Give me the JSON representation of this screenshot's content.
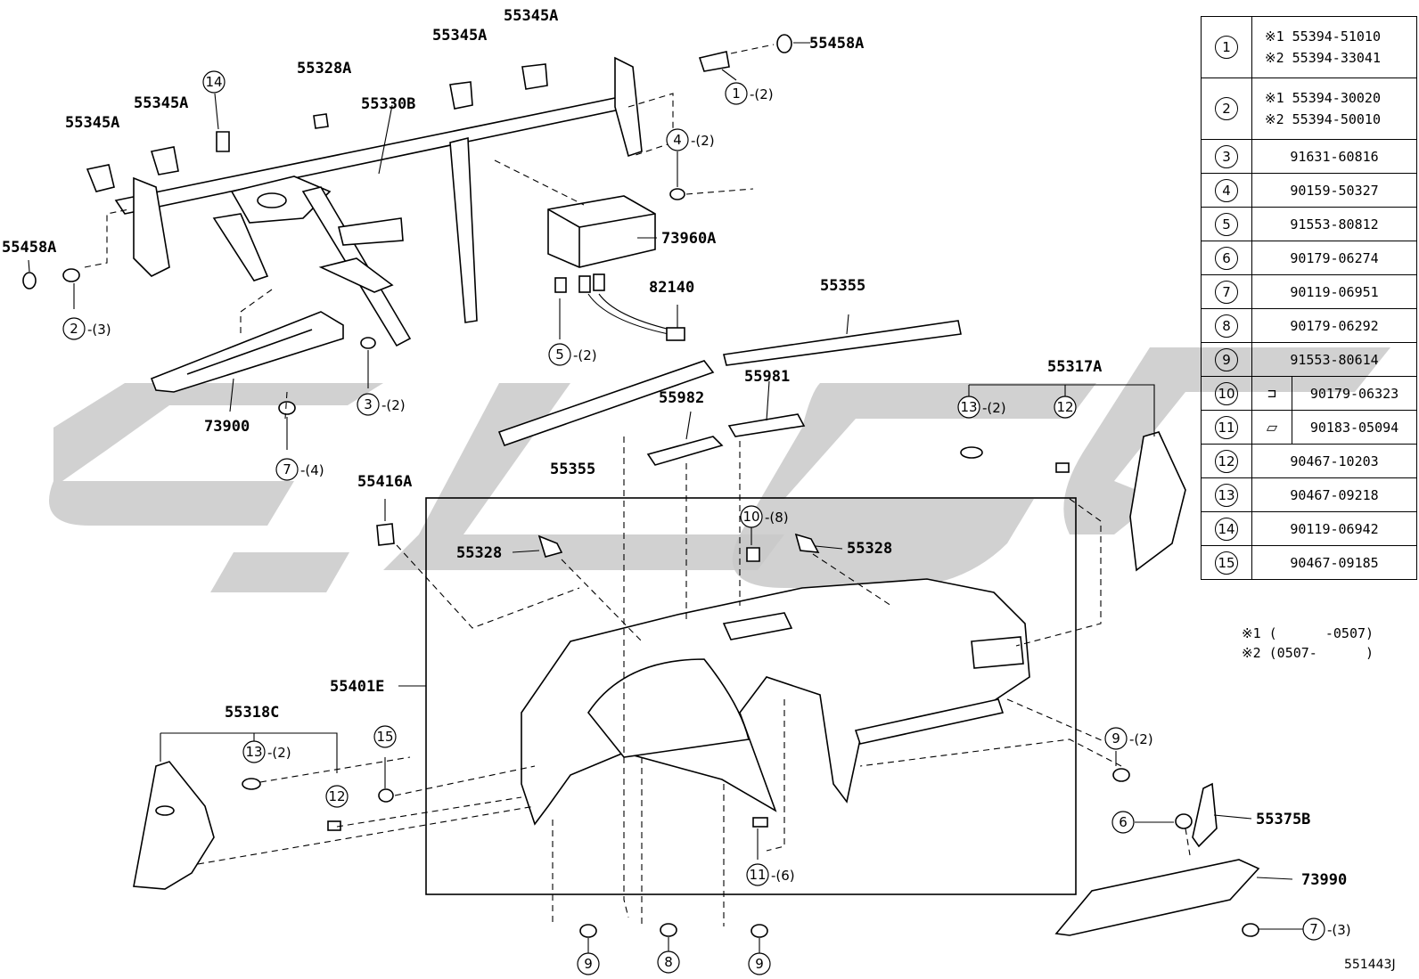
{
  "labels": {
    "p55345a_1": "55345A",
    "p55345a_2": "55345A",
    "p55345a_3": "55345A",
    "p55345a_4": "55345A",
    "p55328a": "55328A",
    "p55330b": "55330B",
    "p55458a_r": "55458A",
    "p55458a_l": "55458A",
    "p73960a": "73960A",
    "p82140": "82140",
    "p55355_top": "55355",
    "p55355_bot": "55355",
    "p55982": "55982",
    "p55981": "55981",
    "p73900": "73900",
    "p55317a": "55317A",
    "p55416a": "55416A",
    "p55328_l": "55328",
    "p55328_r": "55328",
    "p55401e": "55401E",
    "p55318c": "55318C",
    "p55375b": "55375B",
    "p73990": "73990"
  },
  "callouts": {
    "c1": {
      "num": "1",
      "qty": "-(2)"
    },
    "c4": {
      "num": "4",
      "qty": "-(2)"
    },
    "c14": {
      "num": "14",
      "qty": ""
    },
    "c2": {
      "num": "2",
      "qty": "-(3)"
    },
    "c5": {
      "num": "5",
      "qty": "-(2)"
    },
    "c3": {
      "num": "3",
      "qty": "-(2)"
    },
    "c7a": {
      "num": "7",
      "qty": "-(4)"
    },
    "c13a": {
      "num": "13",
      "qty": "-(2)"
    },
    "c12a": {
      "num": "12",
      "qty": ""
    },
    "c10": {
      "num": "10",
      "qty": "-(8)"
    },
    "c15": {
      "num": "15",
      "qty": ""
    },
    "c13b": {
      "num": "13",
      "qty": "-(2)"
    },
    "c12b": {
      "num": "12",
      "qty": ""
    },
    "c11": {
      "num": "11",
      "qty": "-(6)"
    },
    "c9a": {
      "num": "9",
      "qty": "-(2)"
    },
    "c6": {
      "num": "6",
      "qty": ""
    },
    "c7b": {
      "num": "7",
      "qty": "-(3)"
    },
    "c9b": {
      "num": "9",
      "qty": ""
    },
    "c8": {
      "num": "8",
      "qty": ""
    },
    "c9c": {
      "num": "9",
      "qty": ""
    }
  },
  "table": [
    {
      "num": "1",
      "lines": [
        "※1 55394-51010",
        "※2 55394-33041"
      ]
    },
    {
      "num": "2",
      "lines": [
        "※1 55394-30020",
        "※2 55394-50010"
      ]
    },
    {
      "num": "3",
      "part": "91631-60816"
    },
    {
      "num": "4",
      "part": "90159-50327"
    },
    {
      "num": "5",
      "part": "91553-80812"
    },
    {
      "num": "6",
      "part": "90179-06274"
    },
    {
      "num": "7",
      "part": "90119-06951"
    },
    {
      "num": "8",
      "part": "90179-06292"
    },
    {
      "num": "9",
      "part": "91553-80614"
    },
    {
      "num": "10",
      "icon": "nut-clip-icon",
      "part": "90179-06323"
    },
    {
      "num": "11",
      "icon": "flat-nut-icon",
      "part": "90183-05094"
    },
    {
      "num": "12",
      "part": "90467-10203"
    },
    {
      "num": "13",
      "part": "90467-09218"
    },
    {
      "num": "14",
      "part": "90119-06942"
    },
    {
      "num": "15",
      "part": "90467-09185"
    }
  ],
  "notes": [
    "※1 (      -0507)",
    "※2 (0507-      )"
  ],
  "diagram_id": "551443J"
}
